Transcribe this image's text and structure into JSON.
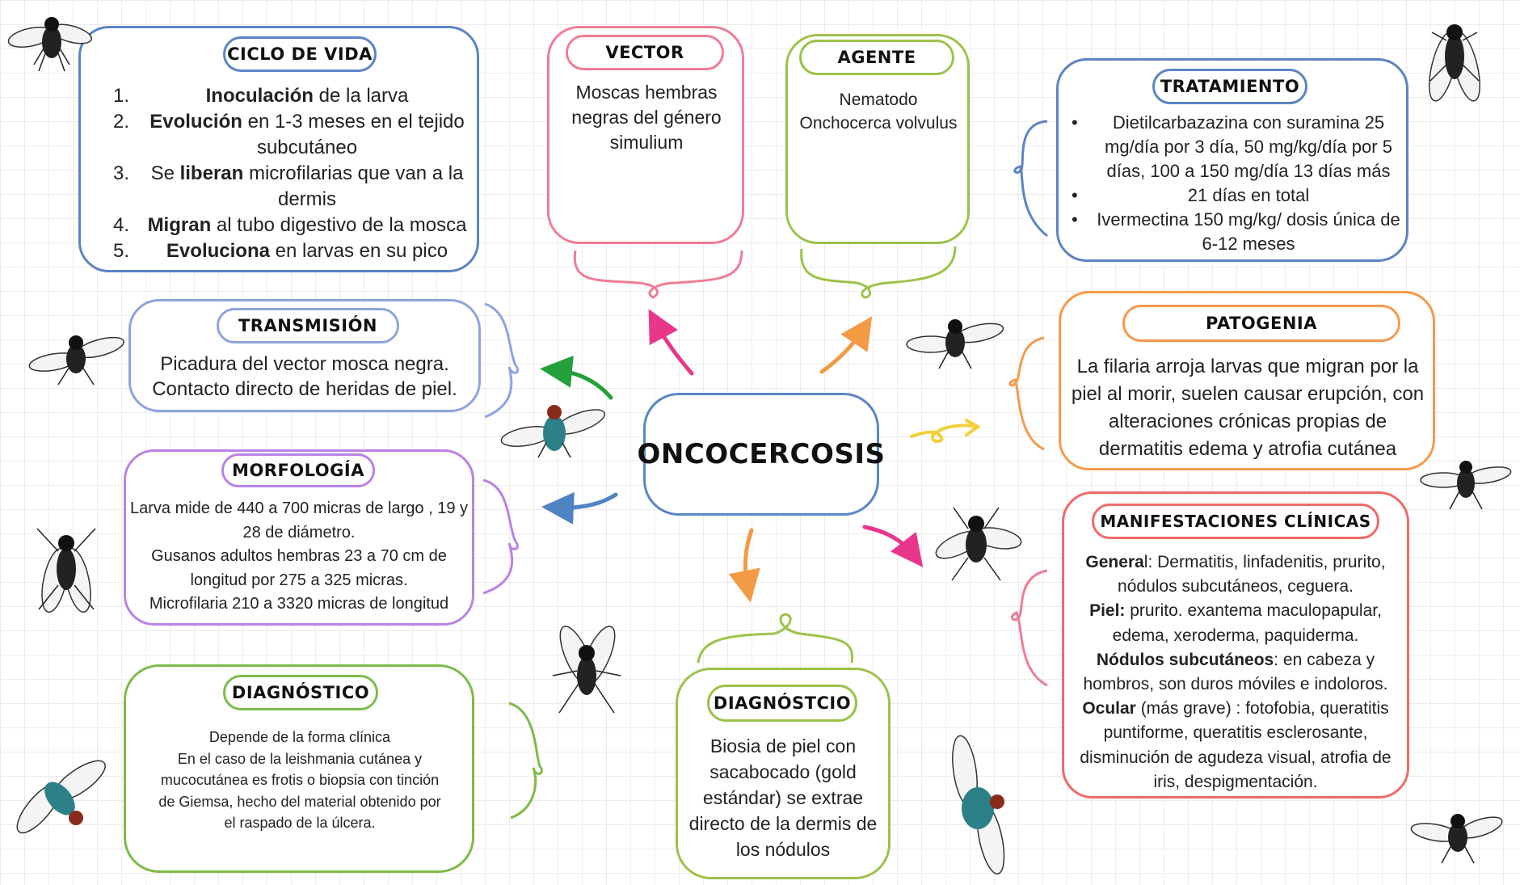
{
  "center": {
    "title": "ONCOCERCOSIS"
  },
  "ciclo": {
    "title": "CICLO DE VIDA",
    "items": [
      {
        "num": "1.",
        "bold": "Inoculación",
        "rest": " de la larva"
      },
      {
        "num": "2.",
        "bold": "Evolución",
        "rest": " en 1-3 meses en el tejido subcutáneo"
      },
      {
        "num": "3.",
        "pre": "Se ",
        "bold": "liberan",
        "rest": " microfilarias que van a la dermis"
      },
      {
        "num": "4.",
        "bold": "Migran",
        "rest": " al tubo digestivo de la mosca"
      },
      {
        "num": "5.",
        "bold": "Evoluciona",
        "rest": " en larvas en su pico"
      }
    ]
  },
  "vector": {
    "title": "VECTOR",
    "text": "Moscas hembras negras del género simulium"
  },
  "agente": {
    "title": "AGENTE",
    "text": "Nematodo Onchocerca volvulus"
  },
  "tratamiento": {
    "title": "TRATAMIENTO",
    "items": [
      "Dietilcarbazazina con suramina 25 mg/día por 3 día, 50 mg/kg/día por 5 días, 100 a 150 mg/día  13 días más",
      "21 días en total",
      "Ivermectina 150 mg/kg/  dosis única de 6-12 meses"
    ]
  },
  "transmision": {
    "title": "TRANSMISIÓN",
    "text": "Picadura del vector mosca negra. Contacto directo de heridas de piel."
  },
  "patogenia": {
    "title": "PATOGENIA",
    "text": "La filaria arroja larvas que migran por la piel al morir, suelen causar erupción, con alteraciones crónicas propias de dermatitis edema y atrofia cutánea"
  },
  "morfologia": {
    "title": "MORFOLOGÍA",
    "lines": [
      "Larva mide de 440 a 700 micras de largo , 19 y 28 de diámetro.",
      "Gusanos adultos hembras 23 a 70 cm de longitud por 275 a 325 micras.",
      "Microfilaria 210 a 3320 micras de longitud"
    ]
  },
  "manifestaciones": {
    "title": "MANIFESTACIONES CLÍNICAS",
    "items": [
      {
        "bold": "Genera",
        "rest": "l: Dermatitis, linfadenitis, prurito, nódulos subcutáneos, ceguera."
      },
      {
        "bold": "Piel:",
        "rest": " prurito. exantema maculopapular, edema, xeroderma, paquiderma."
      },
      {
        "bold": "Nódulos subcutáneos",
        "rest": ": en cabeza y hombros, son duros móviles e indoloros."
      },
      {
        "bold": "Ocular",
        "rest": " (más grave) : fotofobia, queratitis puntiforme, queratitis esclerosante, disminución de agudeza visual, atrofia de iris, despigmentación."
      }
    ]
  },
  "diagnostico1": {
    "title": "DIAGNÓSTICO",
    "lines": [
      "Depende de la forma clínica",
      "En el caso de la leishmania cutánea y mucocutánea es frotis o biopsia con tinción de Giemsa, hecho del material obtenido por el raspado de la úlcera."
    ]
  },
  "diagnostico2": {
    "title": "DIAGNÓSTCIO",
    "text": "Biosia de piel con sacabocado (gold estándar) se extrae directo de la dermis de los nódulos"
  },
  "colors": {
    "blue": "#5b84c4",
    "pink": "#ee7d95",
    "lime": "#9cc24a",
    "periwinkle": "#8fa4de",
    "orange": "#f59a4c",
    "purple": "#bb82e6",
    "red": "#ef6a6a",
    "green": "#7dbb4a",
    "center": "#5a86c4",
    "arrow_green": "#23a03c",
    "arrow_magenta": "#e8378a",
    "arrow_orange": "#f39a45",
    "arrow_yellow": "#f2cf3b",
    "arrow_blue": "#4f84c4"
  },
  "icons": [
    "fly-icon",
    "green-fly-icon"
  ]
}
